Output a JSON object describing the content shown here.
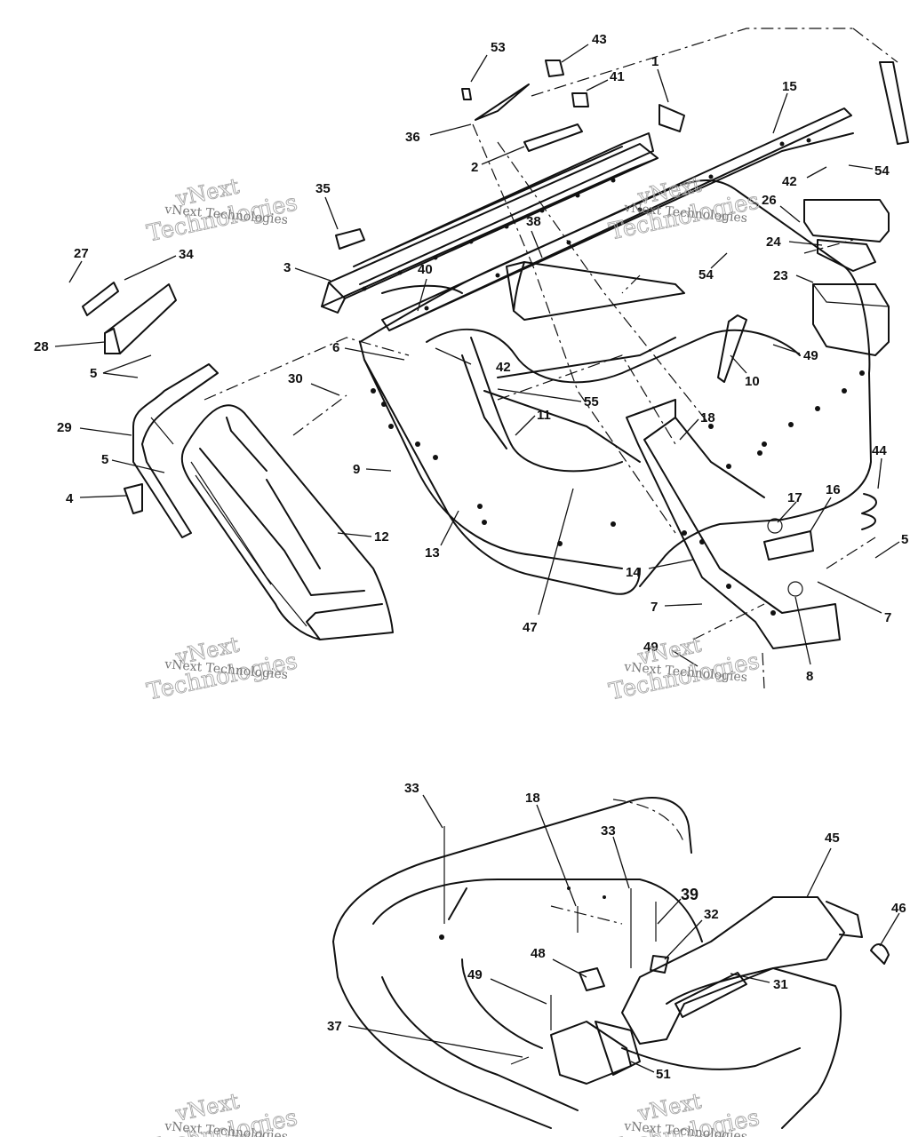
{
  "diagram": {
    "watermark": {
      "line1": "vNext",
      "line2": "Technologies",
      "small": "vNext Technologies"
    },
    "callouts": [
      {
        "id": "c53",
        "text": "53"
      },
      {
        "id": "c43",
        "text": "43"
      },
      {
        "id": "c41",
        "text": "41"
      },
      {
        "id": "c1",
        "text": "1"
      },
      {
        "id": "c15",
        "text": "15"
      },
      {
        "id": "c36",
        "text": "36"
      },
      {
        "id": "c2",
        "text": "2"
      },
      {
        "id": "c42a",
        "text": "42"
      },
      {
        "id": "c54a",
        "text": "54"
      },
      {
        "id": "c26",
        "text": "26"
      },
      {
        "id": "c35",
        "text": "35"
      },
      {
        "id": "c38",
        "text": "38"
      },
      {
        "id": "c24",
        "text": "24"
      },
      {
        "id": "c27",
        "text": "27"
      },
      {
        "id": "c34",
        "text": "34"
      },
      {
        "id": "c3",
        "text": "3"
      },
      {
        "id": "c40",
        "text": "40"
      },
      {
        "id": "c54b",
        "text": "54"
      },
      {
        "id": "c23",
        "text": "23"
      },
      {
        "id": "c28",
        "text": "28"
      },
      {
        "id": "c6",
        "text": "6"
      },
      {
        "id": "c42b",
        "text": "42"
      },
      {
        "id": "c49a",
        "text": "49"
      },
      {
        "id": "c5a",
        "text": "5"
      },
      {
        "id": "c10",
        "text": "10"
      },
      {
        "id": "c30",
        "text": "30"
      },
      {
        "id": "c55",
        "text": "55"
      },
      {
        "id": "c11",
        "text": "11"
      },
      {
        "id": "c18a",
        "text": "18"
      },
      {
        "id": "c29",
        "text": "29"
      },
      {
        "id": "c44",
        "text": "44"
      },
      {
        "id": "c5b",
        "text": "5"
      },
      {
        "id": "c9",
        "text": "9"
      },
      {
        "id": "c17",
        "text": "17"
      },
      {
        "id": "c16",
        "text": "16"
      },
      {
        "id": "c4",
        "text": "4"
      },
      {
        "id": "c12",
        "text": "12"
      },
      {
        "id": "c5c",
        "text": "5"
      },
      {
        "id": "c13",
        "text": "13"
      },
      {
        "id": "c14",
        "text": "14"
      },
      {
        "id": "c7a",
        "text": "7"
      },
      {
        "id": "c7b",
        "text": "7"
      },
      {
        "id": "c47",
        "text": "47"
      },
      {
        "id": "c49b",
        "text": "49"
      },
      {
        "id": "c8",
        "text": "8"
      },
      {
        "id": "c33a",
        "text": "33"
      },
      {
        "id": "c18b",
        "text": "18"
      },
      {
        "id": "c33b",
        "text": "33"
      },
      {
        "id": "c45",
        "text": "45"
      },
      {
        "id": "c39",
        "text": "39"
      },
      {
        "id": "c46",
        "text": "46"
      },
      {
        "id": "c32",
        "text": "32"
      },
      {
        "id": "c48",
        "text": "48"
      },
      {
        "id": "c49c",
        "text": "49"
      },
      {
        "id": "c31",
        "text": "31"
      },
      {
        "id": "c37",
        "text": "37"
      },
      {
        "id": "c51",
        "text": "51"
      }
    ]
  }
}
